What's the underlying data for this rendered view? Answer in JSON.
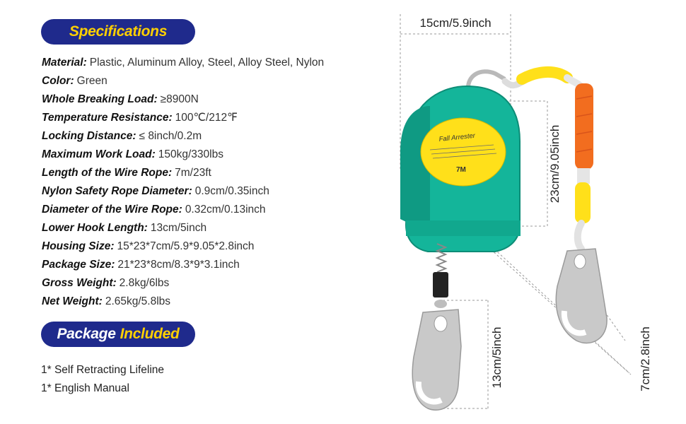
{
  "specifications": {
    "title": "Specifications",
    "items": [
      {
        "label": "Material:",
        "value": "Plastic, Aluminum Alloy, Steel, Alloy Steel, Nylon"
      },
      {
        "label": "Color:",
        "value": "Green"
      },
      {
        "label": "Whole Breaking Load:",
        "value": "≥8900N"
      },
      {
        "label": "Temperature Resistance:",
        "value": "100℃/212℉"
      },
      {
        "label": "Locking Distance:",
        "value": "≤ 8inch/0.2m"
      },
      {
        "label": "Maximum Work Load:",
        "value": "150kg/330lbs"
      },
      {
        "label": "Length of the Wire Rope:",
        "value": "7m/23ft"
      },
      {
        "label": "Nylon Safety Rope Diameter:",
        "value": "0.9cm/0.35inch"
      },
      {
        "label": "Diameter of the Wire Rope:",
        "value": "0.32cm/0.13inch"
      },
      {
        "label": "Lower Hook Length:",
        "value": "13cm/5inch"
      },
      {
        "label": "Housing Size:",
        "value": "15*23*7cm/5.9*9.05*2.8inch"
      },
      {
        "label": "Package Size:",
        "value": "21*23*8cm/8.3*9*3.1inch"
      },
      {
        "label": "Gross Weight:",
        "value": "2.8kg/6lbs"
      },
      {
        "label": "Net Weight:",
        "value": "2.65kg/5.8lbs"
      }
    ]
  },
  "package": {
    "title_white": "Package",
    "title_yellow": "Included",
    "items": [
      "1* Self Retracting Lifeline",
      "1* English Manual"
    ]
  },
  "diagram": {
    "width_label": "15cm/5.9inch",
    "height_label": "23cm/9.05inch",
    "hook_label": "13cm/5inch",
    "depth_label": "7cm/2.8inch",
    "product_label_title": "Fall Arrester",
    "product_label_length": "7M"
  },
  "colors": {
    "pill_bg": "#1f2a8c",
    "pill_yellow": "#ffd000",
    "housing": "#14b59a",
    "rope_orange": "#f26d1f",
    "rope_yellow": "#ffe01a"
  }
}
